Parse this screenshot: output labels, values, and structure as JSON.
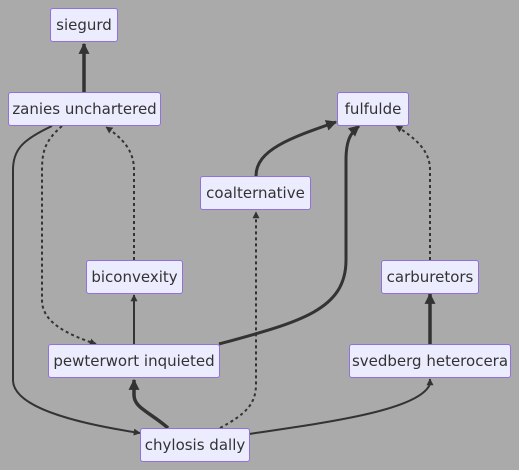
{
  "colors": {
    "background": "#aaaaaa",
    "node_fill": "#ececff",
    "node_border": "#9370db",
    "edge": "#333333",
    "text": "#333333"
  },
  "nodes": {
    "siegurd": "siegurd",
    "zanies": "zanies unchartered",
    "fulfulde": "fulfulde",
    "coalternative": "coalternative",
    "biconvexity": "biconvexity",
    "carburetors": "carburetors",
    "pewterwort": "pewterwort inquieted",
    "svedberg": "svedberg heterocera",
    "chylosis": "chylosis dally"
  },
  "edges": [
    {
      "from": "zanies unchartered",
      "to": "siegurd",
      "style": "thick"
    },
    {
      "from": "coalternative",
      "to": "fulfulde",
      "style": "thick"
    },
    {
      "from": "pewterwort inquieted",
      "to": "fulfulde",
      "style": "thick"
    },
    {
      "from": "carburetors",
      "to": "fulfulde",
      "style": "dotted"
    },
    {
      "from": "biconvexity",
      "to": "zanies unchartered",
      "style": "dotted"
    },
    {
      "from": "zanies unchartered",
      "to": "pewterwort inquieted",
      "style": "dotted"
    },
    {
      "from": "pewterwort inquieted",
      "to": "biconvexity",
      "style": "normal"
    },
    {
      "from": "svedberg heterocera",
      "to": "carburetors",
      "style": "thick"
    },
    {
      "from": "chylosis dally",
      "to": "coalternative",
      "style": "dotted"
    },
    {
      "from": "chylosis dally",
      "to": "pewterwort inquieted",
      "style": "thick"
    },
    {
      "from": "zanies unchartered",
      "to": "chylosis dally",
      "style": "normal"
    },
    {
      "from": "chylosis dally",
      "to": "svedberg heterocera",
      "style": "normal"
    }
  ]
}
